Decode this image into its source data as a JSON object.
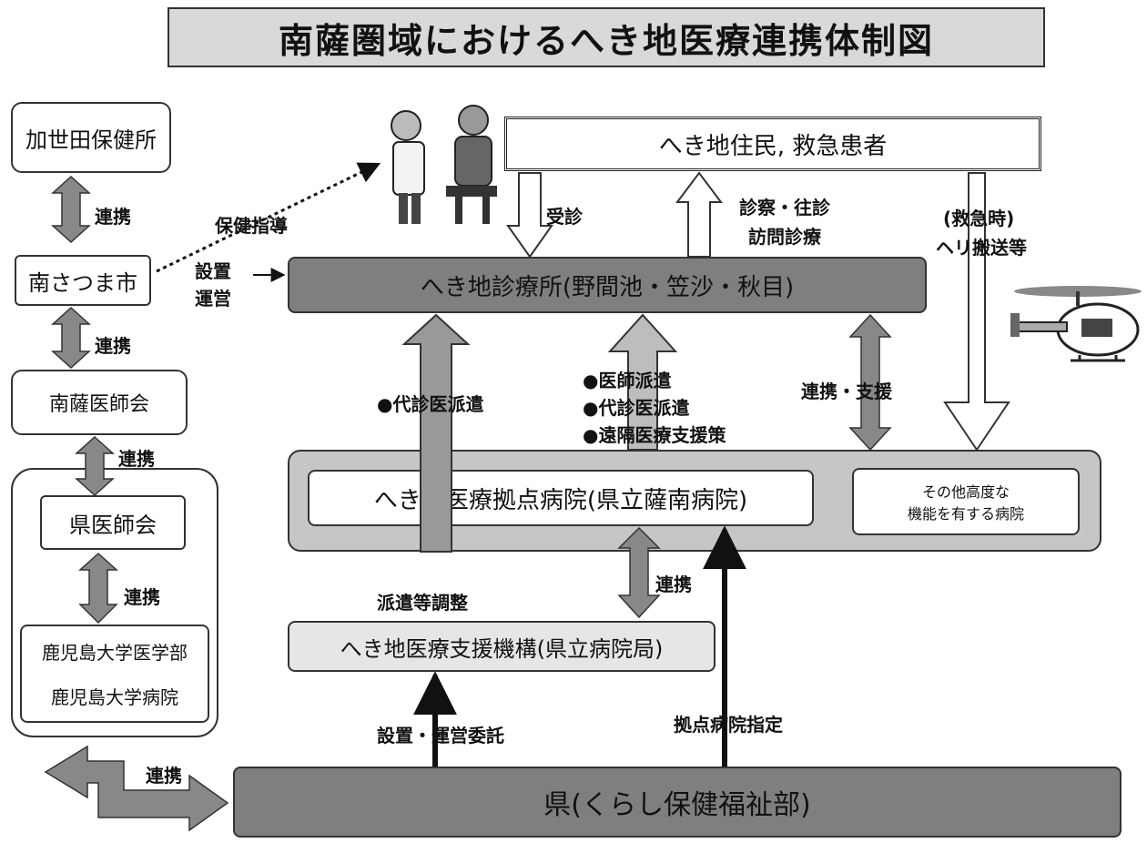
{
  "title": "南薩圏域におけるへき地医療連携体制図",
  "left_column": {
    "kaseda": "加世田保健所",
    "minami_satsuma": "南さつま市",
    "nansatsu_ishikai": "南薩医師会",
    "ken_ishikai": "県医師会",
    "kagoshima_med_faculty": "鹿児島大学医学部",
    "kagoshima_univ_hospital": "鹿児島大学病院",
    "renkei_1": "連携",
    "renkei_2": "連携",
    "renkei_3": "連携",
    "renkei_4": "連携",
    "renkei_5": "連携"
  },
  "residents": "へき地住民, 救急患者",
  "clinic": "へき地診療所(野間池・笠沙・秋目)",
  "base_hospital": "へき地医療拠点病院(県立薩南病院)",
  "other_hospital_line1": "その他高度な",
  "other_hospital_line2": "機能を有する病院",
  "support_org": "へき地医療支援機構(県立病院局)",
  "prefecture": "県(くらし保健福祉部)",
  "labels": {
    "hoken_shido": "保健指導",
    "setchi": "設置",
    "unei": "運営",
    "jushin": "受診",
    "shinsatsu": "診察・往診",
    "houmon": "訪問診療",
    "kyukyu": "(救急時)",
    "heli": "ヘリ搬送等",
    "daishin_haken": "●代診医派遣",
    "ishi_haken": "●医師派遣",
    "daishin_haken2": "●代診医派遣",
    "enkaku": "●遠隔医療支援策",
    "renkei_shien": "連携・支援",
    "haken_chosei": "派遣等調整",
    "renkei_mid": "連携",
    "setchi_itaku": "設置・運営委託",
    "kyoten_shitei": "拠点病院指定"
  }
}
